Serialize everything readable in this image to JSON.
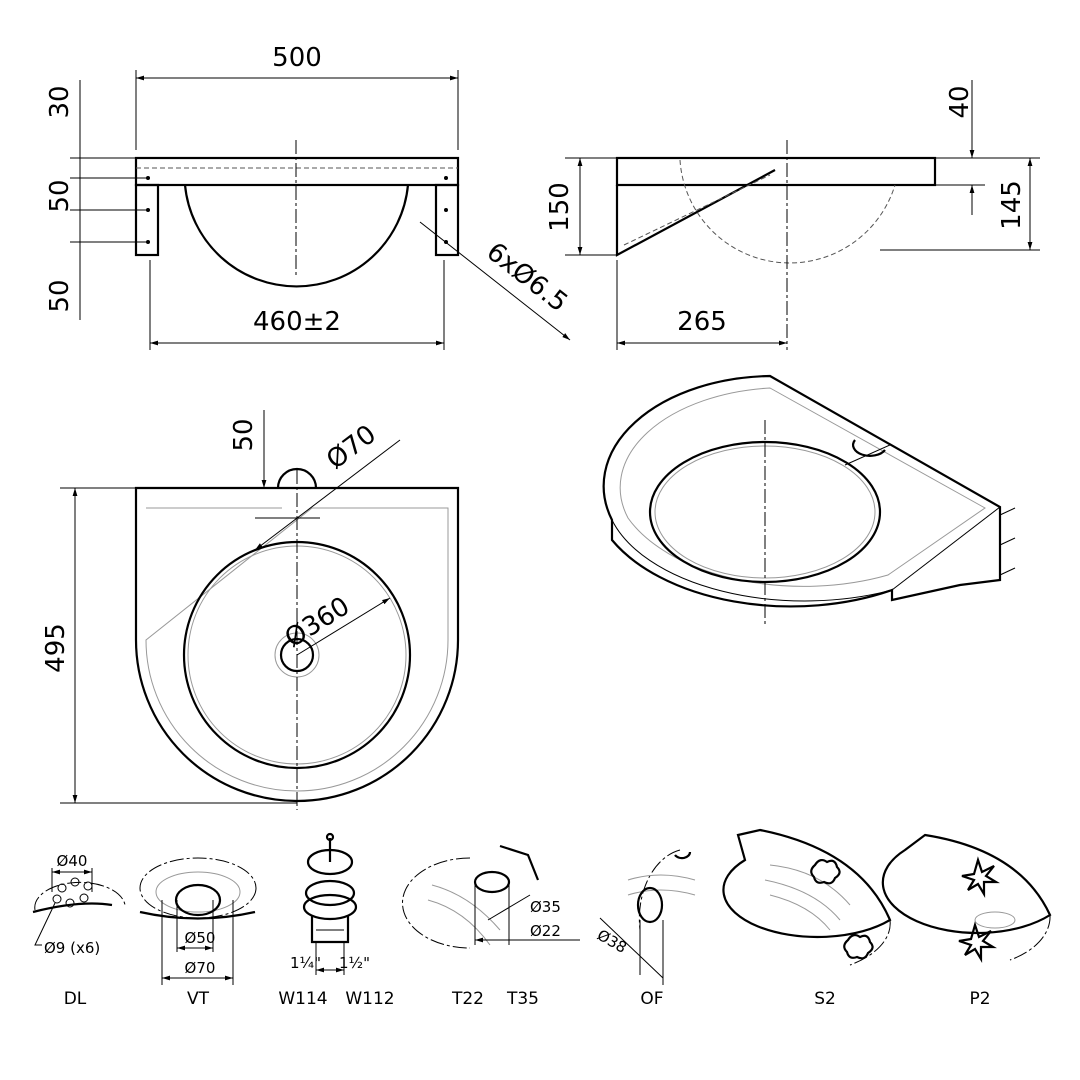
{
  "front_view": {
    "width": "500",
    "bracket_span": "460±2",
    "slab_thickness": "30",
    "hole_spacing": "50",
    "bracket_below": "50",
    "holes": "6xØ6.5"
  },
  "side_view": {
    "depth": "265",
    "height": "150",
    "rim": "40",
    "overall": "145"
  },
  "top_view": {
    "length": "495",
    "tap_offset": "50",
    "tap_hole": "Ø70",
    "bowl": "Ø360"
  },
  "options": [
    {
      "code": "DL",
      "dims": [
        "Ø40",
        "Ø9 (x6)"
      ]
    },
    {
      "code": "VT",
      "dims": [
        "Ø50",
        "Ø70"
      ]
    },
    {
      "code": "W114",
      "dims": [
        "1¼\""
      ]
    },
    {
      "code": "W112",
      "dims": [
        "1½\""
      ]
    },
    {
      "code": "T22",
      "dims": [
        "Ø22"
      ]
    },
    {
      "code": "T35",
      "dims": [
        "Ø35"
      ]
    },
    {
      "code": "OF",
      "dims": [
        "Ø38"
      ]
    },
    {
      "code": "S2",
      "dims": []
    },
    {
      "code": "P2",
      "dims": []
    }
  ]
}
